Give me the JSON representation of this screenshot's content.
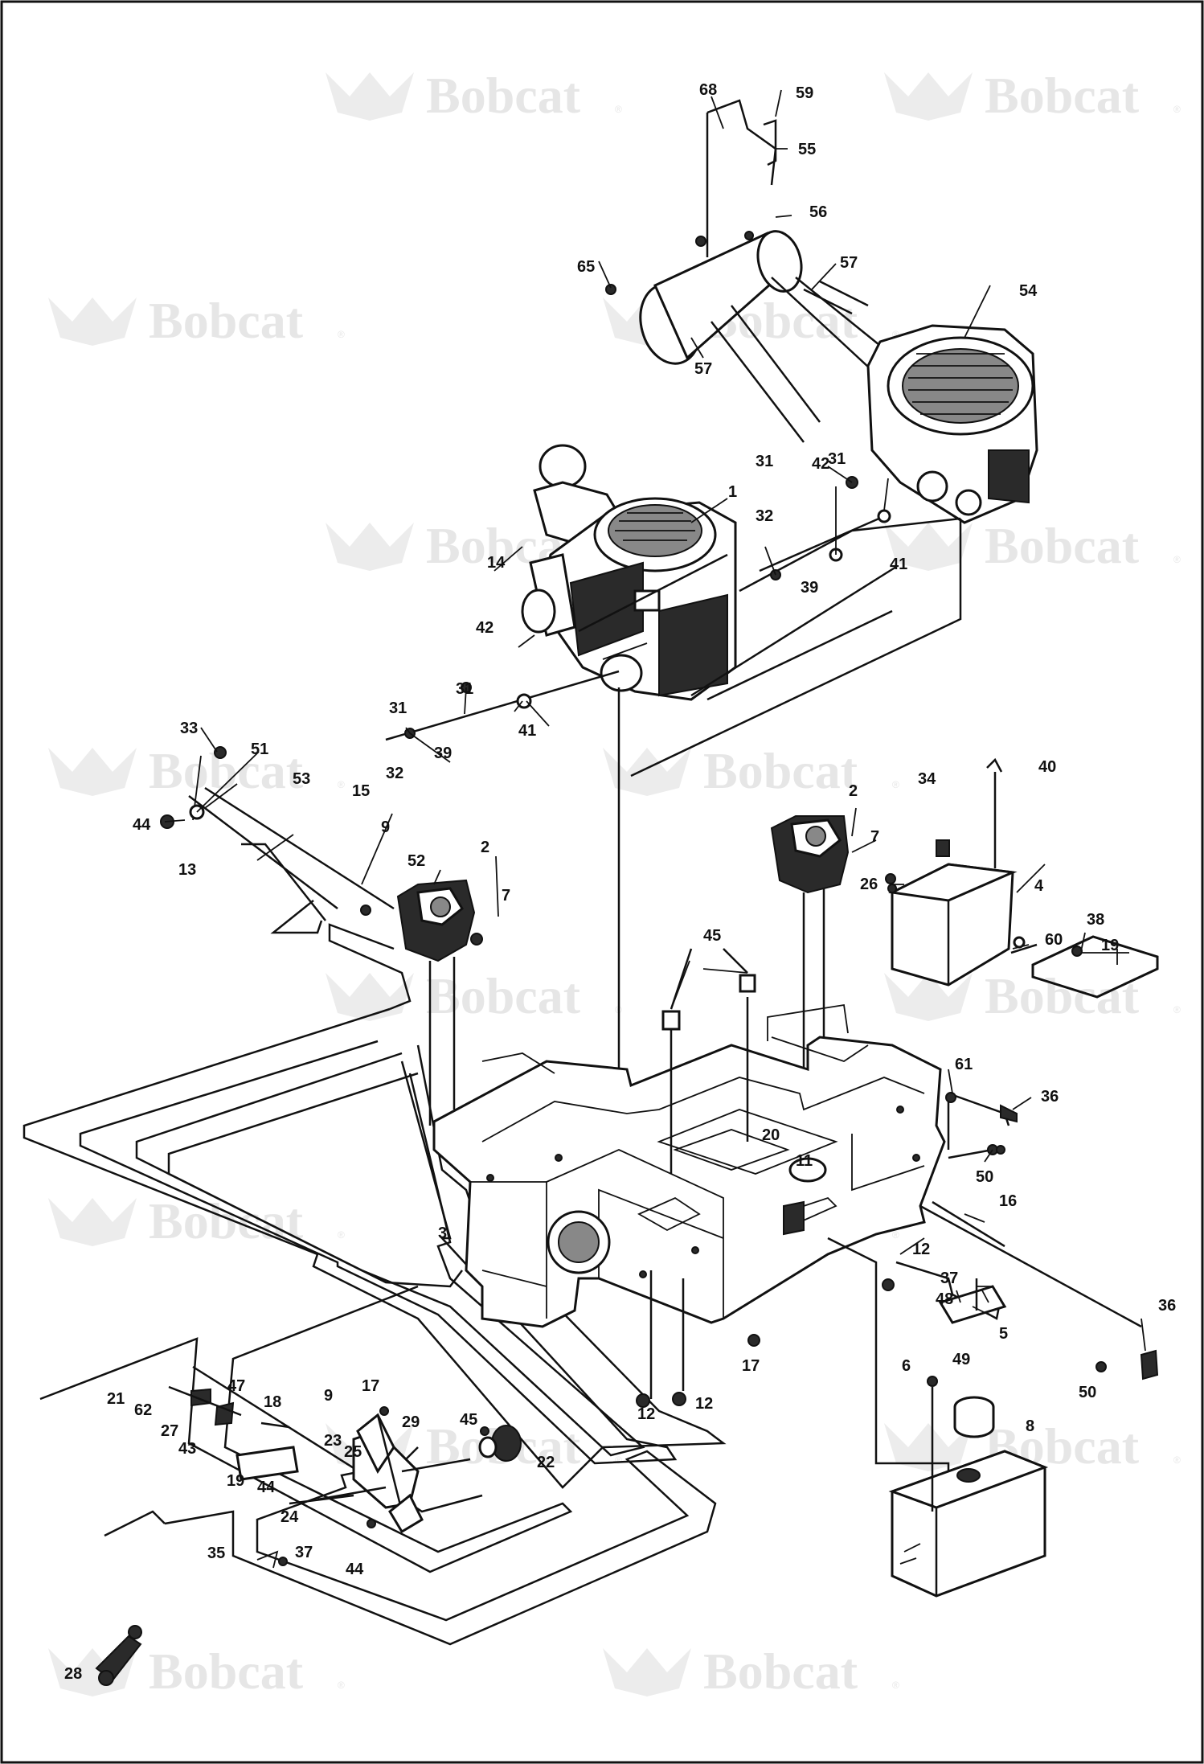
{
  "watermark": {
    "brand": "Bobcat",
    "registered": "®"
  },
  "callouts": [
    {
      "id": "c1",
      "text": "1"
    },
    {
      "id": "c2a",
      "text": "2"
    },
    {
      "id": "c2b",
      "text": "2"
    },
    {
      "id": "c3",
      "text": "3"
    },
    {
      "id": "c4",
      "text": "4"
    },
    {
      "id": "c5",
      "text": "5"
    },
    {
      "id": "c6",
      "text": "6"
    },
    {
      "id": "c7a",
      "text": "7"
    },
    {
      "id": "c7b",
      "text": "7"
    },
    {
      "id": "c8",
      "text": "8"
    },
    {
      "id": "c9a",
      "text": "9"
    },
    {
      "id": "c9b",
      "text": "9"
    },
    {
      "id": "c11",
      "text": "11"
    },
    {
      "id": "c12a",
      "text": "12"
    },
    {
      "id": "c12b",
      "text": "12"
    },
    {
      "id": "c12c",
      "text": "12"
    },
    {
      "id": "c13",
      "text": "13"
    },
    {
      "id": "c14",
      "text": "14"
    },
    {
      "id": "c15",
      "text": "15"
    },
    {
      "id": "c16",
      "text": "16"
    },
    {
      "id": "c17a",
      "text": "17"
    },
    {
      "id": "c17b",
      "text": "17"
    },
    {
      "id": "c18",
      "text": "18"
    },
    {
      "id": "c19a",
      "text": "19"
    },
    {
      "id": "c19b",
      "text": "19"
    },
    {
      "id": "c20",
      "text": "20"
    },
    {
      "id": "c21",
      "text": "21"
    },
    {
      "id": "c22",
      "text": "22"
    },
    {
      "id": "c23",
      "text": "23"
    },
    {
      "id": "c24",
      "text": "24"
    },
    {
      "id": "c25",
      "text": "25"
    },
    {
      "id": "c26",
      "text": "26"
    },
    {
      "id": "c27",
      "text": "27"
    },
    {
      "id": "c28",
      "text": "28"
    },
    {
      "id": "c29",
      "text": "29"
    },
    {
      "id": "c31a",
      "text": "31"
    },
    {
      "id": "c31b",
      "text": "31"
    },
    {
      "id": "c31c",
      "text": "31"
    },
    {
      "id": "c31d",
      "text": "31"
    },
    {
      "id": "c32a",
      "text": "32"
    },
    {
      "id": "c32b",
      "text": "32"
    },
    {
      "id": "c33",
      "text": "33"
    },
    {
      "id": "c34",
      "text": "34"
    },
    {
      "id": "c35",
      "text": "35"
    },
    {
      "id": "c36a",
      "text": "36"
    },
    {
      "id": "c36b",
      "text": "36"
    },
    {
      "id": "c37a",
      "text": "37"
    },
    {
      "id": "c37b",
      "text": "37"
    },
    {
      "id": "c38",
      "text": "38"
    },
    {
      "id": "c39a",
      "text": "39"
    },
    {
      "id": "c39b",
      "text": "39"
    },
    {
      "id": "c40",
      "text": "40"
    },
    {
      "id": "c41a",
      "text": "41"
    },
    {
      "id": "c41b",
      "text": "41"
    },
    {
      "id": "c42a",
      "text": "42"
    },
    {
      "id": "c42b",
      "text": "42"
    },
    {
      "id": "c43",
      "text": "43"
    },
    {
      "id": "c44a",
      "text": "44"
    },
    {
      "id": "c44b",
      "text": "44"
    },
    {
      "id": "c44c",
      "text": "44"
    },
    {
      "id": "c45a",
      "text": "45"
    },
    {
      "id": "c45b",
      "text": "45"
    },
    {
      "id": "c47",
      "text": "47"
    },
    {
      "id": "c48",
      "text": "48"
    },
    {
      "id": "c49",
      "text": "49"
    },
    {
      "id": "c50a",
      "text": "50"
    },
    {
      "id": "c50b",
      "text": "50"
    },
    {
      "id": "c51",
      "text": "51"
    },
    {
      "id": "c52",
      "text": "52"
    },
    {
      "id": "c53",
      "text": "53"
    },
    {
      "id": "c54",
      "text": "54"
    },
    {
      "id": "c55",
      "text": "55"
    },
    {
      "id": "c56",
      "text": "56"
    },
    {
      "id": "c57a",
      "text": "57"
    },
    {
      "id": "c57b",
      "text": "57"
    },
    {
      "id": "c59",
      "text": "59"
    },
    {
      "id": "c60",
      "text": "60"
    },
    {
      "id": "c61",
      "text": "61"
    },
    {
      "id": "c62",
      "text": "62"
    },
    {
      "id": "c65",
      "text": "65"
    },
    {
      "id": "c68",
      "text": "68"
    }
  ]
}
